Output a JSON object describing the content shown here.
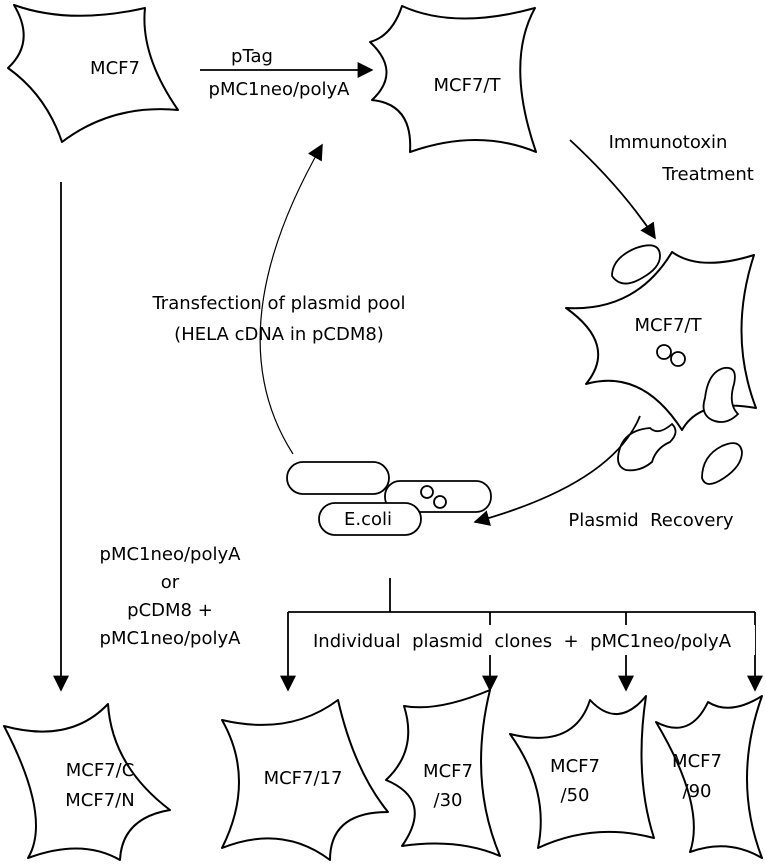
{
  "labels": {
    "mcf7": "MCF7",
    "mcf7t_top": "MCF7/T",
    "ptag": "pTag",
    "pmc1neo_top": "pMC1neo/polyA",
    "immunotoxin_1": "Immunotoxin",
    "immunotoxin_2": "Treatment",
    "mcf7t_mid": "MCF7/T",
    "transfection_1": "Transfection of plasmid pool",
    "transfection_2": "(HELA cDNA in pCDM8)",
    "ecoli": "E.coli",
    "plasmid_recovery": "Plasmid  Recovery",
    "left_1": "pMC1neo/polyA",
    "left_2": "or",
    "left_3": "pCDM8 +",
    "left_4": "pMC1neo/polyA",
    "individual": "Individual  plasmid  clones  +  pMC1neo/polyA",
    "cell_c": "MCF7/C",
    "cell_n": "MCF7/N",
    "cell_17": "MCF7/17",
    "cell_30a": "MCF7",
    "cell_30b": "/30",
    "cell_50a": "MCF7",
    "cell_50b": "/50",
    "cell_90a": "MCF7",
    "cell_90b": "/90"
  }
}
